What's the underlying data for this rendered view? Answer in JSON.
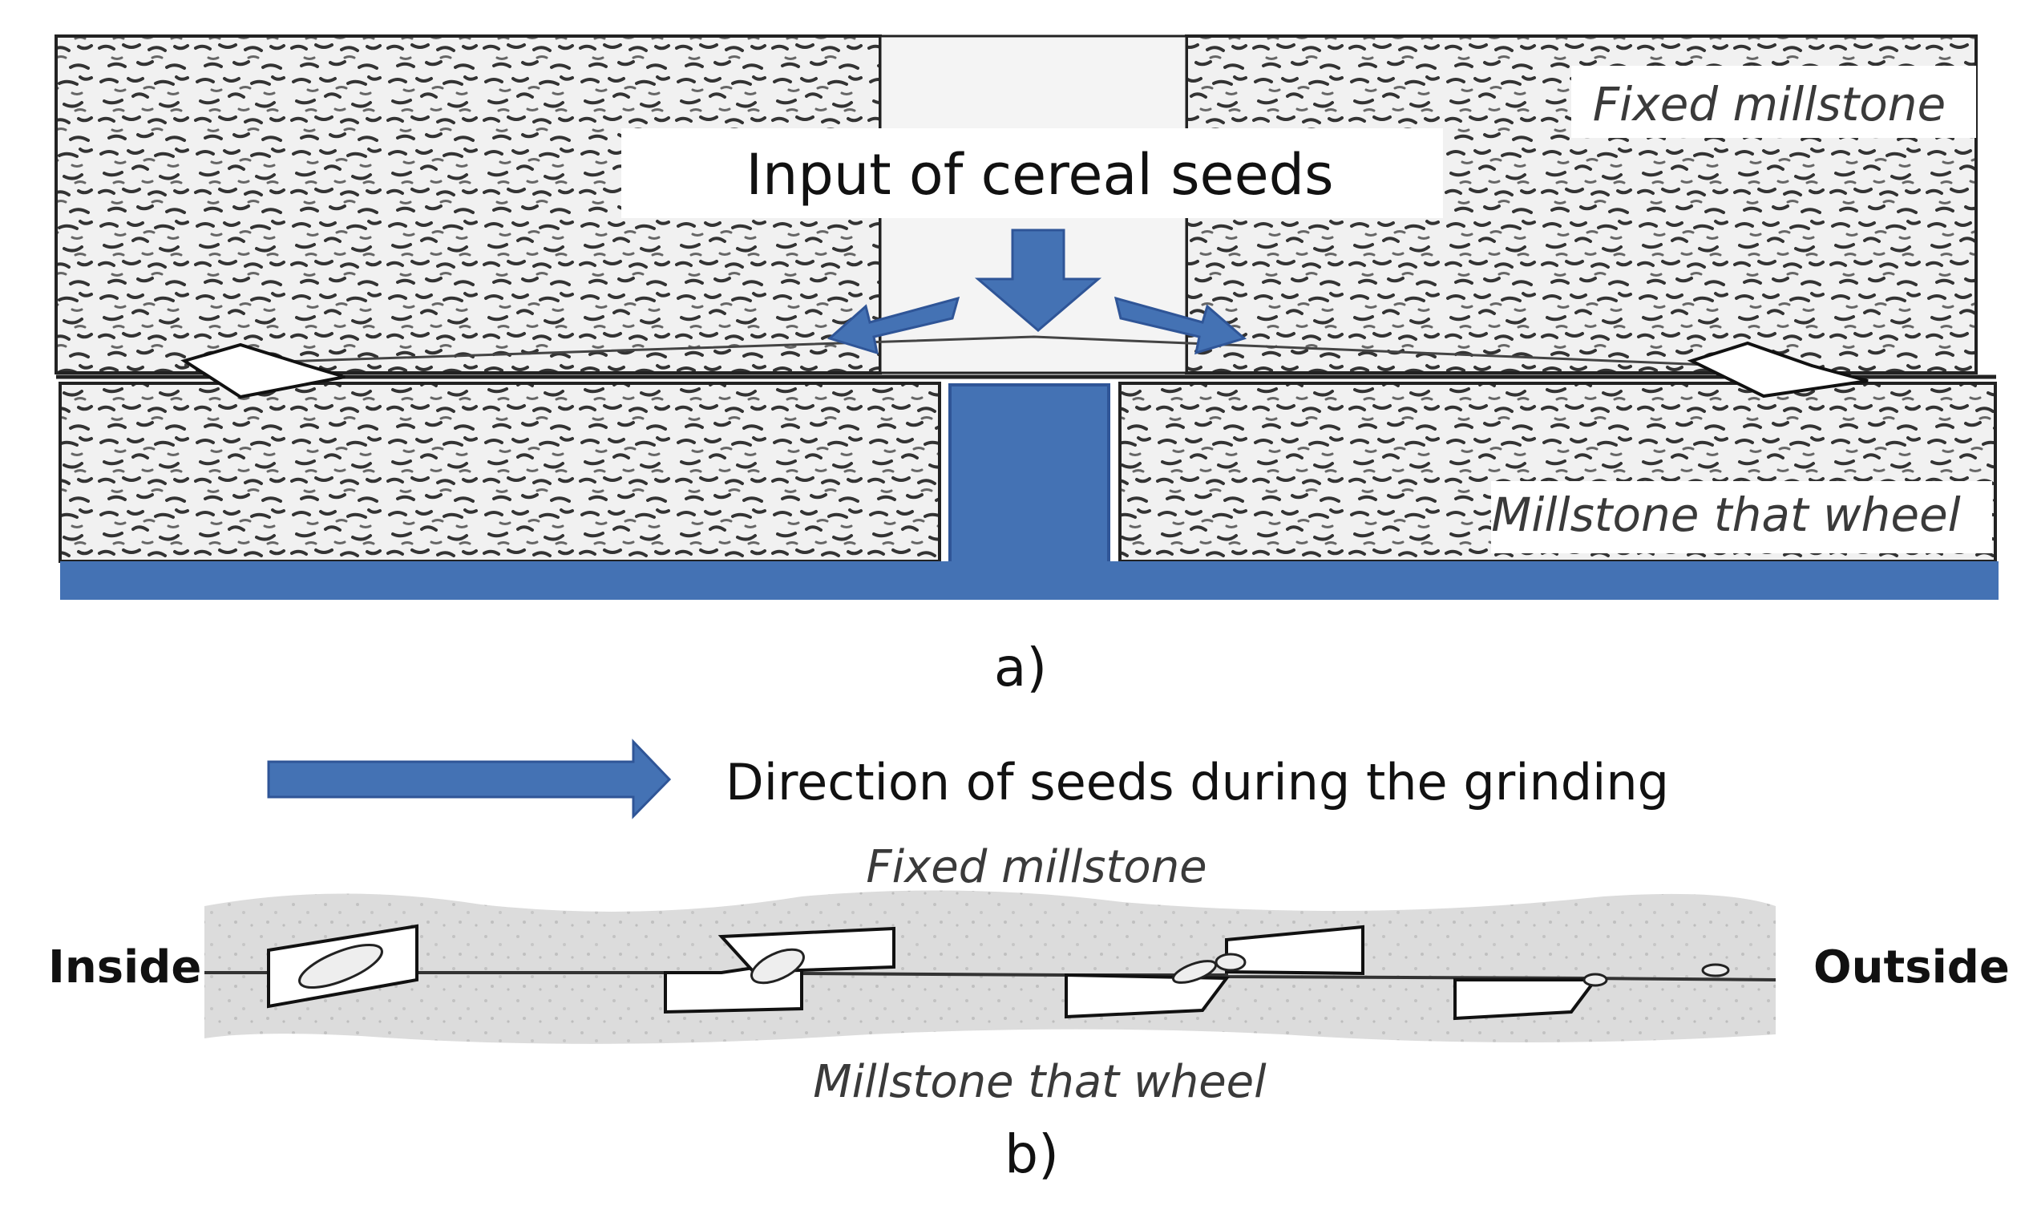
{
  "panel_a": {
    "fixed_label": "Fixed  millstone",
    "wheel_label": "Millstone that wheel",
    "input_label": "Input of cereal seeds",
    "caption": "a)"
  },
  "panel_b": {
    "direction_label": "Direction of seeds during the grinding",
    "fixed_label": "Fixed  millstone",
    "wheel_label": "Millstone that wheel",
    "inside_label": "Inside",
    "outside_label": "Outside",
    "caption": "b)"
  },
  "colors": {
    "arrow_blue": "#4472b4",
    "stone_texture": "#d9d9d9",
    "stone_dark": "#2b2b2b"
  }
}
